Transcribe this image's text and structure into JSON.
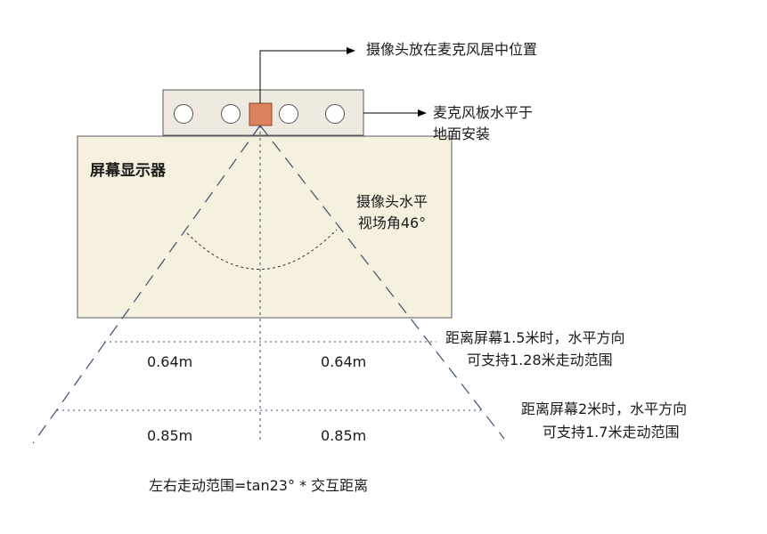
{
  "labels": {
    "camera_position": "摄像头放在麦克风居中位置",
    "mic_board_line1": "麦克风板水平于",
    "mic_board_line2": "地面安装",
    "screen_label": "屏幕显示器",
    "fov_line1": "摄像头水平",
    "fov_line2": "视场角46°",
    "dist15_line1": "距离屏幕1.5米时，水平方向",
    "dist15_line2": "可支持1.28米走动范围",
    "dist2_line1": "距离屏幕2米时，水平方向",
    "dist2_line2": "可支持1.7米走动范围",
    "width15_left": "0.64m",
    "width15_right": "0.64m",
    "width2_left": "0.85m",
    "width2_right": "0.85m",
    "formula": "左右走动范围=tan23°  * 交互距离"
  },
  "colors": {
    "panel_fill": "#f6f0df",
    "camera_fill": "#d9825b",
    "line": "#3a4f73",
    "arrow": "#000000"
  },
  "fov_degrees": 46,
  "microphone_count": 4
}
